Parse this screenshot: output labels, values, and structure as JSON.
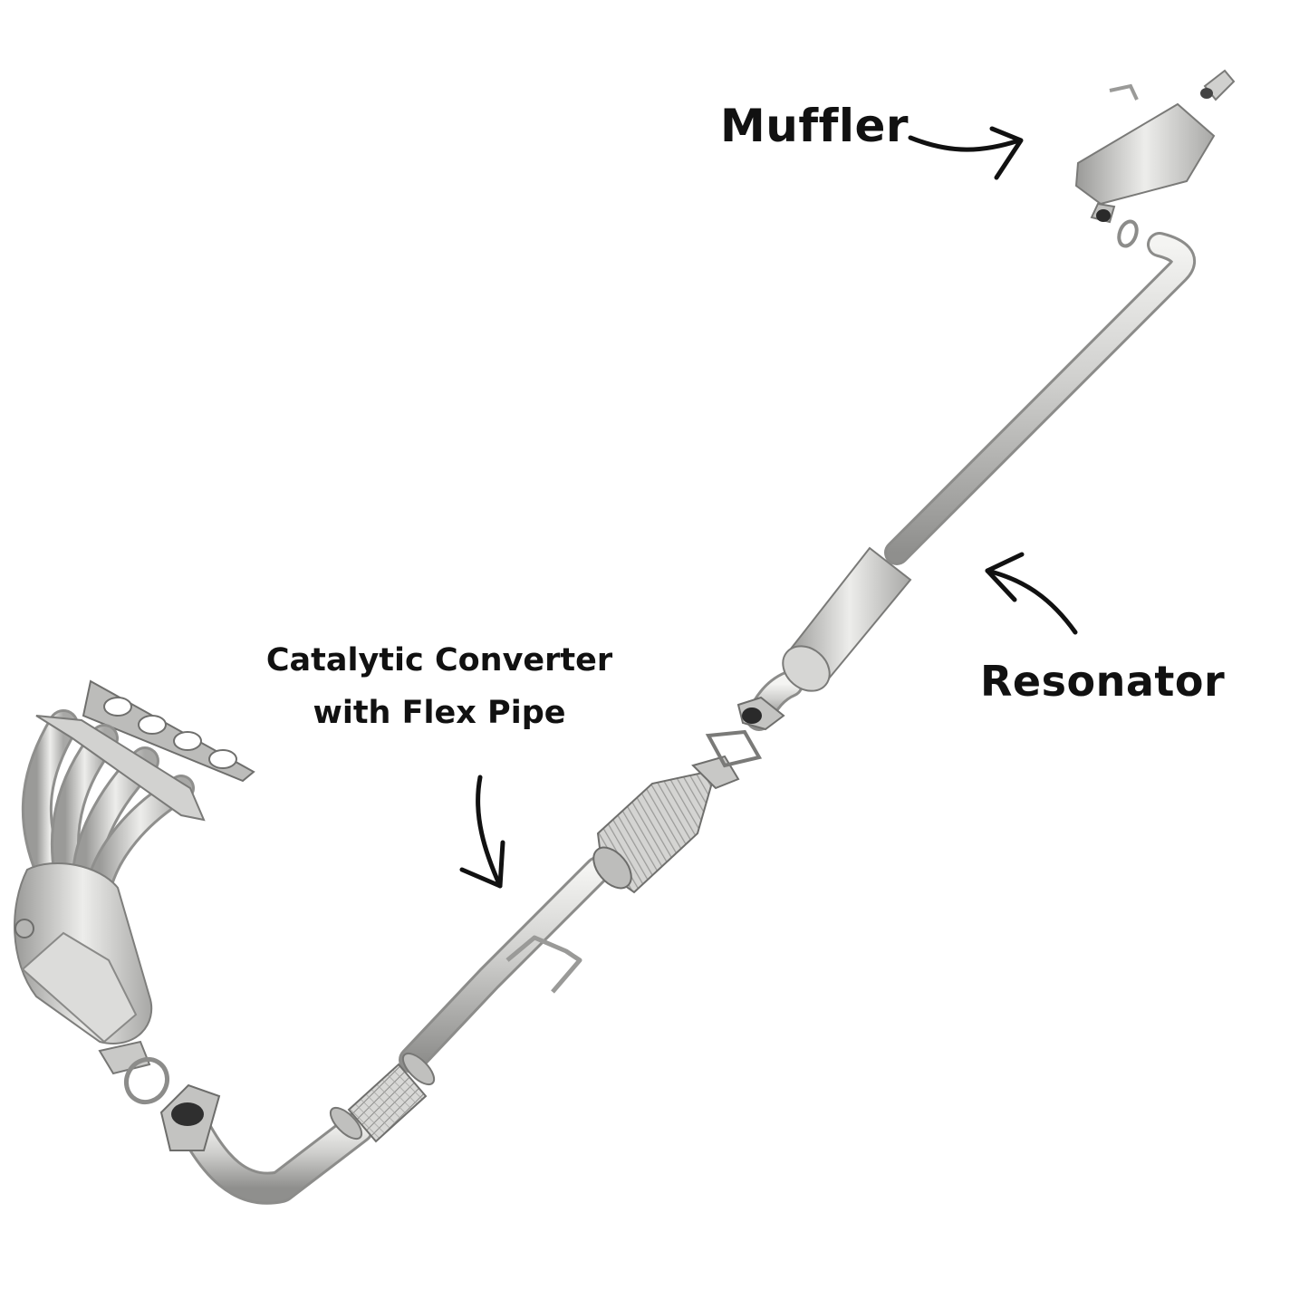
{
  "labels": {
    "muffler": "Muffler",
    "resonator": "Resonator",
    "catalytic_line1": "Catalytic Converter",
    "catalytic_line2": "with Flex Pipe"
  },
  "colors": {
    "background": "#ffffff",
    "text": "#111111",
    "arrow": "#111111",
    "pipe": "#c6c6c4",
    "pipe_shadow": "#8e8e8c",
    "pipe_highlight": "#f2f2f0"
  },
  "components": [
    "exhaust-manifold-gasket",
    "exhaust-manifold-header",
    "manifold-catalytic-converter",
    "flange-ring-gasket",
    "front-pipe",
    "flex-pipe",
    "hanger-bracket",
    "catalytic-converter",
    "flange-gasket",
    "resonator",
    "tail-pipe",
    "muffler"
  ]
}
